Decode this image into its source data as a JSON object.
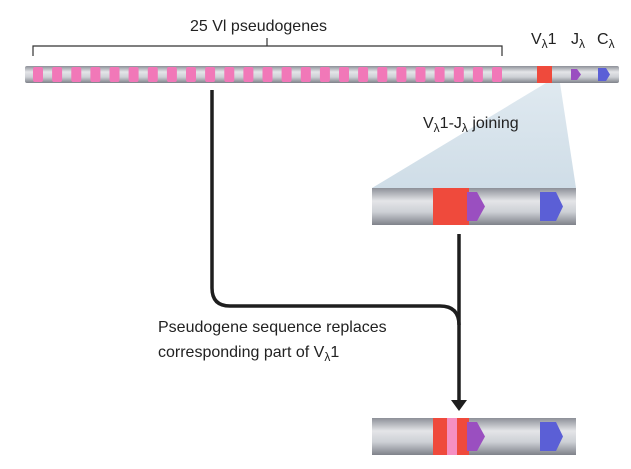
{
  "pseudogene_label": "25 Vl pseudogenes",
  "pseudogene_count": 25,
  "gene_labels": {
    "v": {
      "main": "V",
      "sub": "λ",
      "suffix": "1"
    },
    "j": {
      "main": "J",
      "sub": "λ"
    },
    "c": {
      "main": "C",
      "sub": "λ"
    }
  },
  "joining_label": {
    "v": "V",
    "v_sub": "λ",
    "mid": "1-J",
    "j_sub": "λ",
    "rest": " joining"
  },
  "replace_label": {
    "line1": "Pseudogene sequence replaces",
    "line2": "corresponding part of V",
    "line2_sub": "λ",
    "line2_suffix": "1"
  },
  "colors": {
    "chromosome": "#b9bcc3",
    "pseudogene": "#f178b8",
    "v_segment": "#ef4a3c",
    "j_segment": "#9a4fc0",
    "c_segment": "#5b5fd6",
    "inserted_pseudogene": "#f58fc2",
    "zoom_wedge": "#dbe6ee",
    "arrow": "#1e1e1e"
  }
}
